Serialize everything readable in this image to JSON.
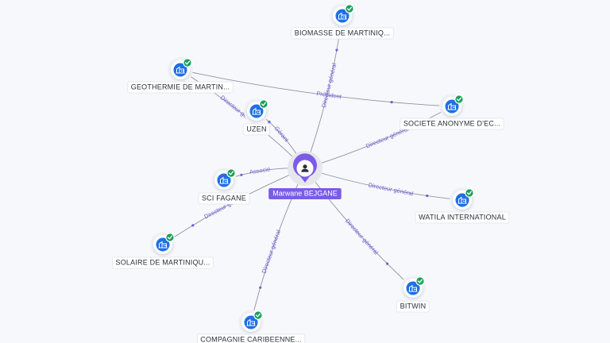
{
  "center": {
    "label": "Marwane BEJGANE",
    "icon": "person-icon"
  },
  "colors": {
    "company": "#1f6fe6",
    "check": "#18a05a",
    "edge": "#8a93a6",
    "edge_label": "#6d5fd6",
    "center": "#7b5ce6"
  },
  "companies": [
    {
      "id": "biomasse",
      "label": "BIOMASSE DE MARTINIQ...",
      "icon": "building-icon",
      "verified": true
    },
    {
      "id": "geothermie",
      "label": "GEOTHERMIE DE MARTIN...",
      "icon": "building-icon",
      "verified": true
    },
    {
      "id": "uzen",
      "label": "UZEN",
      "icon": "building-icon",
      "verified": true
    },
    {
      "id": "societe",
      "label": "SOCIETE ANONYME D'EC...",
      "icon": "building-icon",
      "verified": true
    },
    {
      "id": "sci",
      "label": "SCI FAGANE",
      "icon": "building-icon",
      "verified": true
    },
    {
      "id": "watila",
      "label": "WATILA INTERNATIONAL",
      "icon": "building-icon",
      "verified": true
    },
    {
      "id": "solaire",
      "label": "SOLAIRE DE MARTINIQU...",
      "icon": "building-icon",
      "verified": true
    },
    {
      "id": "bitwin",
      "label": "BITWIN",
      "icon": "building-icon",
      "verified": true
    },
    {
      "id": "compagnie",
      "label": "COMPAGNIE CARIBEENNE...",
      "icon": "building-icon",
      "verified": true
    }
  ],
  "edges": [
    {
      "from": "center",
      "to": "biomasse",
      "label": "Directeur général"
    },
    {
      "from": "center",
      "to": "geothermie",
      "label": "Directeur général"
    },
    {
      "from": "center",
      "to": "uzen",
      "label": "Gérant"
    },
    {
      "from": "center",
      "to": "societe",
      "label": "Directeur général"
    },
    {
      "from": "center",
      "to": "sci",
      "label": "Associé"
    },
    {
      "from": "center",
      "to": "watila",
      "label": "Directeur général"
    },
    {
      "from": "center",
      "to": "solaire",
      "label": "Directeur général"
    },
    {
      "from": "center",
      "to": "bitwin",
      "label": "Directeur général"
    },
    {
      "from": "center",
      "to": "compagnie",
      "label": "Directeur général"
    },
    {
      "from": "geothermie",
      "to": "societe",
      "label": "Président"
    }
  ]
}
